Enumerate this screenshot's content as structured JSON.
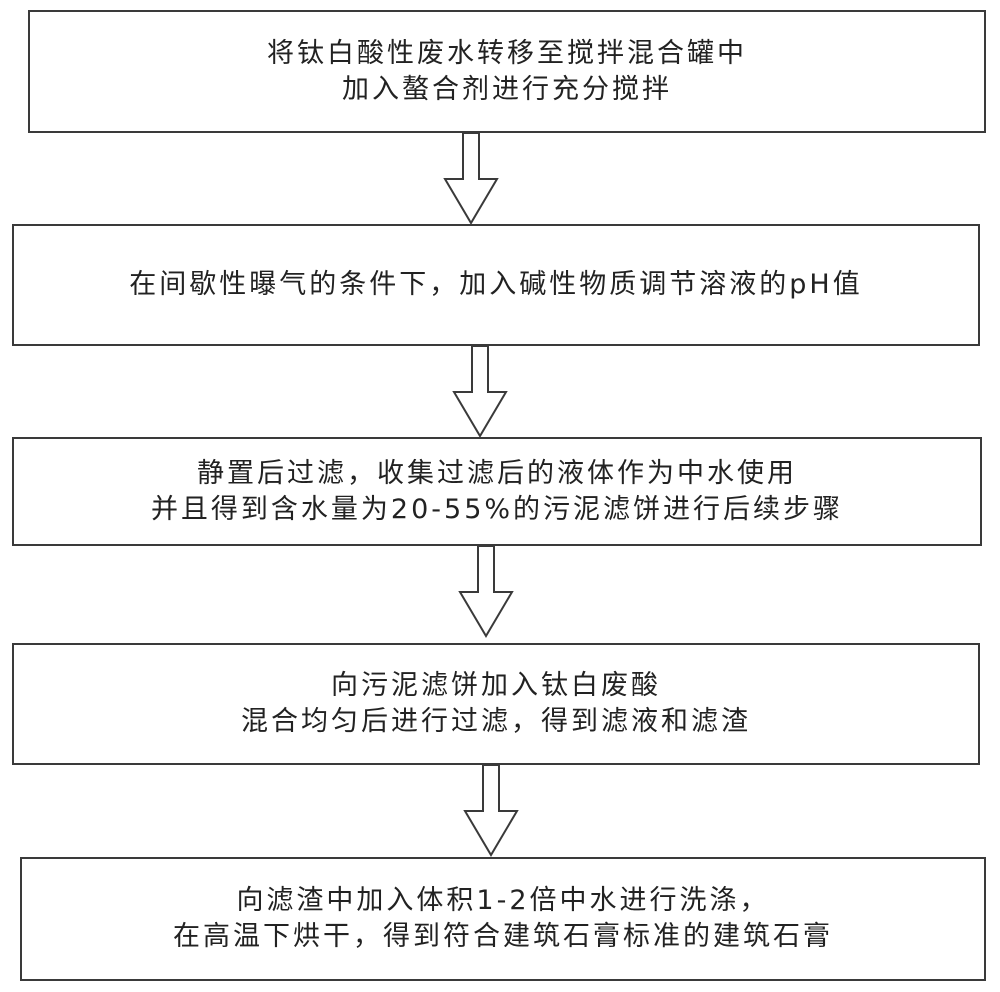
{
  "steps": [
    {
      "lines": [
        "将钛白酸性废水转移至搅拌混合罐中",
        "加入螯合剂进行充分搅拌"
      ]
    },
    {
      "lines": [
        "在间歇性曝气的条件下，加入碱性物质调节溶液的pH值"
      ]
    },
    {
      "lines": [
        "静置后过滤，收集过滤后的液体作为中水使用",
        "并且得到含水量为20-55%的污泥滤饼进行后续步骤"
      ]
    },
    {
      "lines": [
        "向污泥滤饼加入钛白废酸",
        "混合均匀后进行过滤，得到滤液和滤渣"
      ]
    },
    {
      "lines": [
        "向滤渣中加入体积1-2倍中水进行洗涤，",
        "在高温下烘干，得到符合建筑石膏标准的建筑石膏"
      ]
    }
  ],
  "colors": {
    "border": "#3a3a3a",
    "text": "#222222",
    "arrow_stroke": "#3a3a3a",
    "background": "#ffffff"
  },
  "icons": [
    "down-arrow-icon"
  ]
}
